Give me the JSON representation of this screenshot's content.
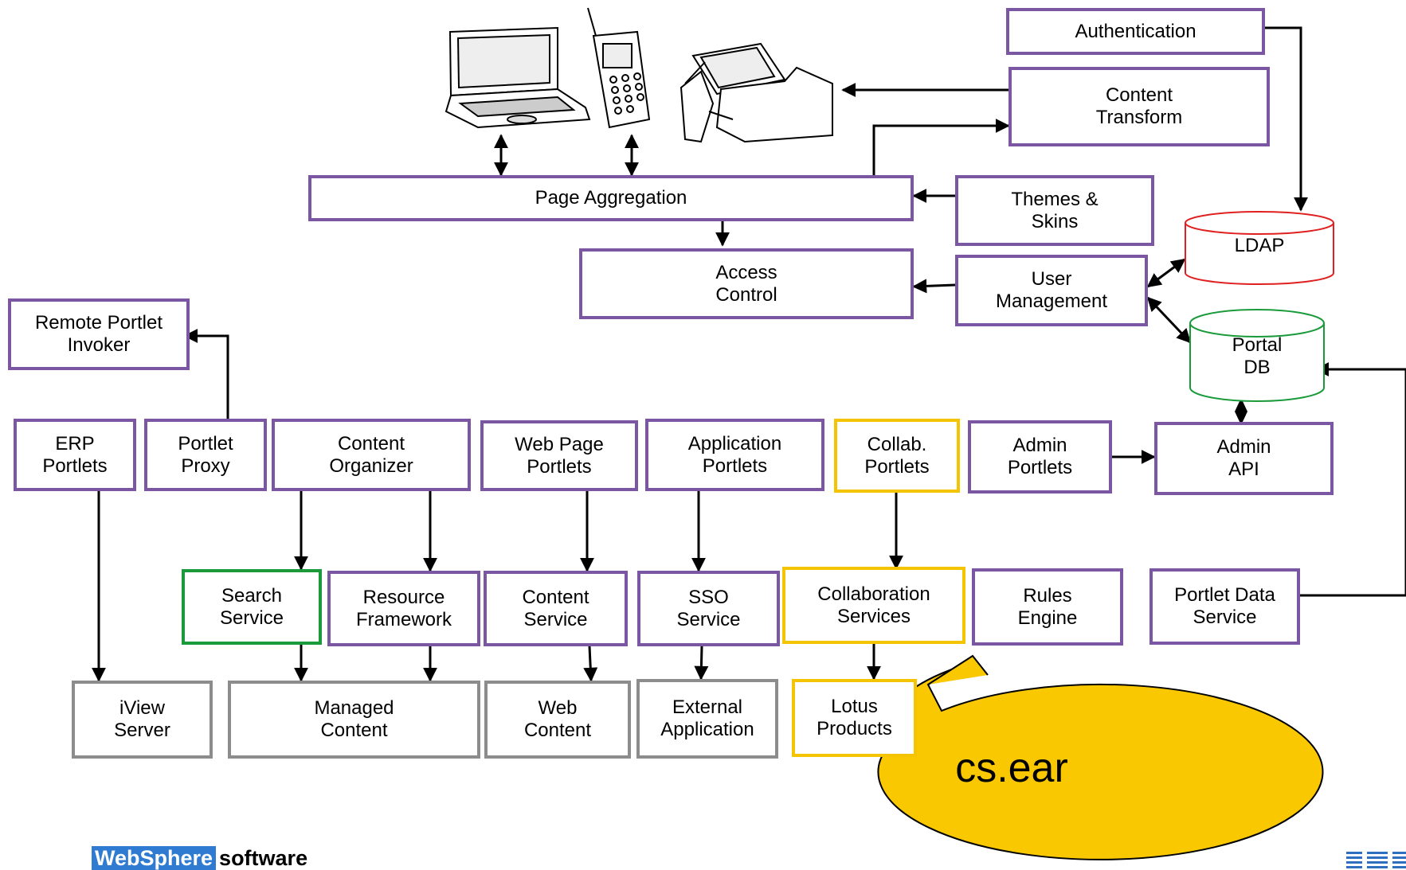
{
  "boxes": {
    "authentication": "Authentication",
    "content_transform": "Content\nTransform",
    "page_aggregation": "Page Aggregation",
    "themes_skins": "Themes &\nSkins",
    "access_control": "Access\nControl",
    "user_management": "User\nManagement",
    "remote_portlet_invoker": "Remote Portlet\nInvoker",
    "erp_portlets": "ERP\nPortlets",
    "portlet_proxy": "Portlet\nProxy",
    "content_organizer": "Content\nOrganizer",
    "web_page_portlets": "Web Page\nPortlets",
    "application_portlets": "Application\nPortlets",
    "collab_portlets": "Collab.\nPortlets",
    "admin_portlets": "Admin\nPortlets",
    "admin_api": "Admin\nAPI",
    "search_service": "Search\nService",
    "resource_framework": "Resource\nFramework",
    "content_service": "Content\nService",
    "sso_service": "SSO\nService",
    "collaboration_services": "Collaboration\nServices",
    "rules_engine": "Rules\nEngine",
    "portlet_data_service": "Portlet Data\nService",
    "iview_server": "iView\nServer",
    "managed_content": "Managed\nContent",
    "web_content": "Web\nContent",
    "external_application": "External\nApplication",
    "lotus_products": "Lotus\nProducts"
  },
  "cylinders": {
    "ldap": "LDAP",
    "portal_db": "Portal\nDB"
  },
  "callout": {
    "text": "cs.ear"
  },
  "footer": {
    "websphere": "WebSphere",
    "software": "software"
  },
  "icons": [
    "laptop-icon",
    "cell-phone-icon",
    "pda-handheld-icon",
    "ibm-logo-icon"
  ],
  "colors": {
    "portal_component_border": "#7b57a3",
    "external_resource_border": "#8c8c8c",
    "collaboration_border": "#f5c400",
    "search_border": "#1a9a3a",
    "ldap_border": "#e02020",
    "portal_db_border": "#1a9a3a",
    "callout_fill": "#f9c800",
    "brand_blue": "#2f7bd1"
  }
}
